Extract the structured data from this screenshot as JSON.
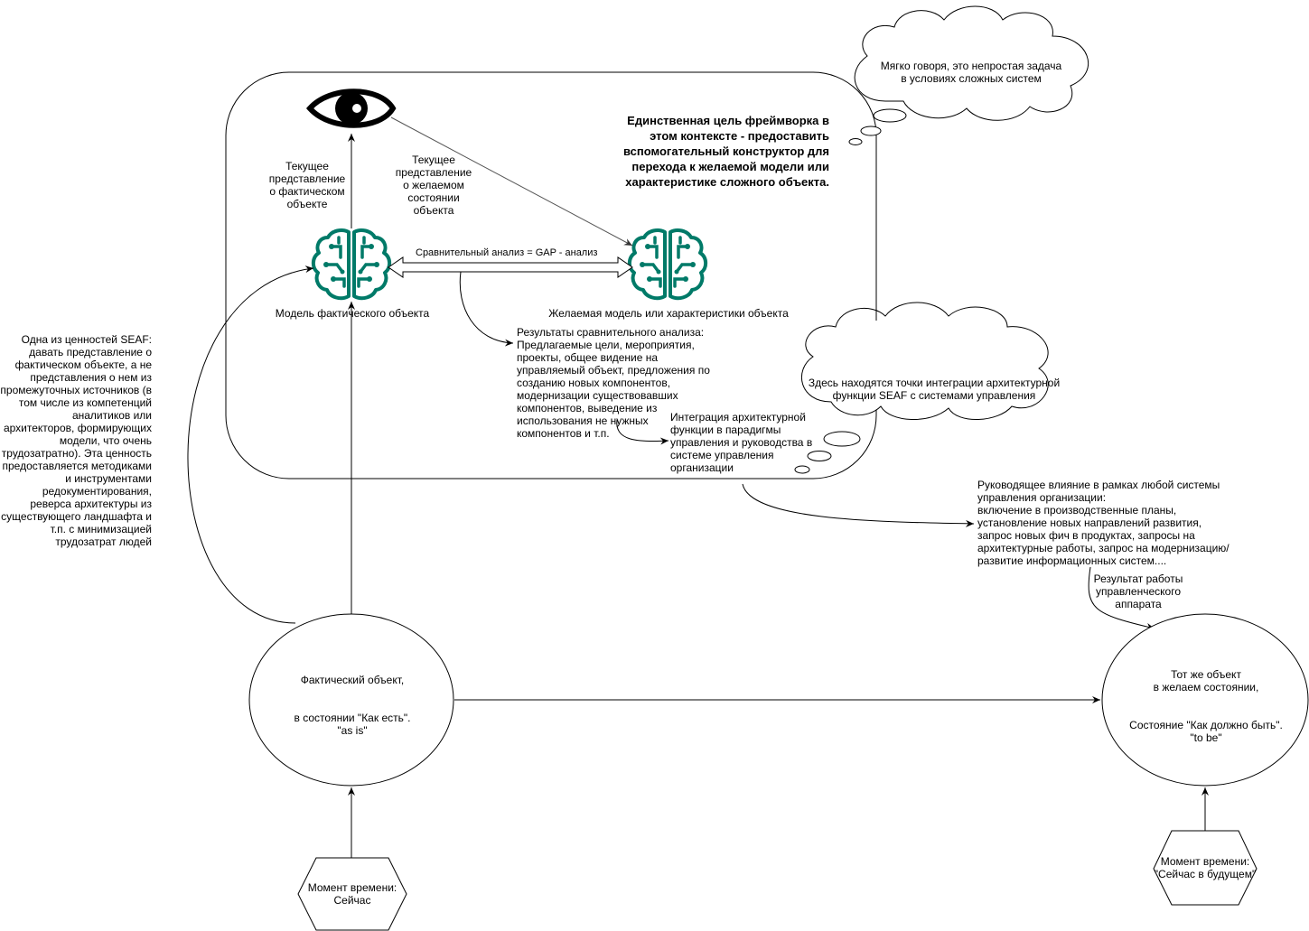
{
  "colors": {
    "accent": "#007a68",
    "line": "#000000",
    "arrow_gray": "#555555"
  },
  "icons": {
    "eye": "eye-icon",
    "brain": "brain-circuit-icon"
  },
  "texts": {
    "cloud_top": "Мягко говоря, это непростая задача\nв условиях сложных систем",
    "framework_goal": "Единственная цель фреймворка в\nэтом контексте - предоставить\nвспомогательный конструктор для\nперехода к желаемой модели или\nхарактеристике сложного объекта.",
    "current_actual": "Текущее\nпредставление\nо фактическом\nобъекте",
    "current_desired": "Текущее\nпредставление\nо желаемом\nсостоянии\nобъекта",
    "gap": "Сравнительный анализ = GAP - анализ",
    "actual_model": "Модель фактического объекта",
    "desired_model": "Желаемая модель или характеристики объекта",
    "results": "Результаты сравнительного анализа:\nПредлагаемые цели, мероприятия,\nпроекты, общее видение на\nуправляемый объект, предложения по\nсозданию новых компонентов,\nмодернизации существовавших\nкомпонентов, выведение из\nиспользования не нужных\nкомпонентов и т.п.",
    "integration_points": "Здесь находятся точки интеграции архитектурной\nфункции SEAF с системами управления",
    "integration": "Интеграция архитектурной\nфункции в парадигмы\nуправления и руководства в\nсистеме управления\nорганизации",
    "seaf_value": "Одна из ценностей SEAF:\nдавать представление о\nфактическом объекте, а не\nпредставления о нем из\nпромежуточных источников (в\nтом числе из компетенций\nаналитиков или\nархитекторов, формирующих\nмодели, что очень\nтрудозатратно). Эта ценность\nпредоставляется методиками\nи инструментами\nредокументирования,\nреверса архитектуры из\nсуществующего ландшафта и\nт.п. с минимизацией\nтрудозатрат людей",
    "guiding": "Руководящее влияние в рамках любой системы\nуправления организации:\nвключение в производственные планы,\nустановление новых направлений развития,\nзапрос новых фич в продуктах, запросы на\nархитектурные работы, запрос на модернизацию/\nразвитие информационных систем....",
    "mgmt_result": "Результат работы\nуправленческого\nаппарата",
    "as_is": "Фактический объект,\n\n\nв состоянии \"Как есть\".\n\"as is\"",
    "to_be": "Тот же объект\nв желаем состоянии,\n\n\nСостояние \"Как должно быть\".\n\"to be\"",
    "moment_now": "Момент времени:\nСейчас",
    "moment_future": "Момент времени:\n\"Сейчас в будущем\""
  }
}
